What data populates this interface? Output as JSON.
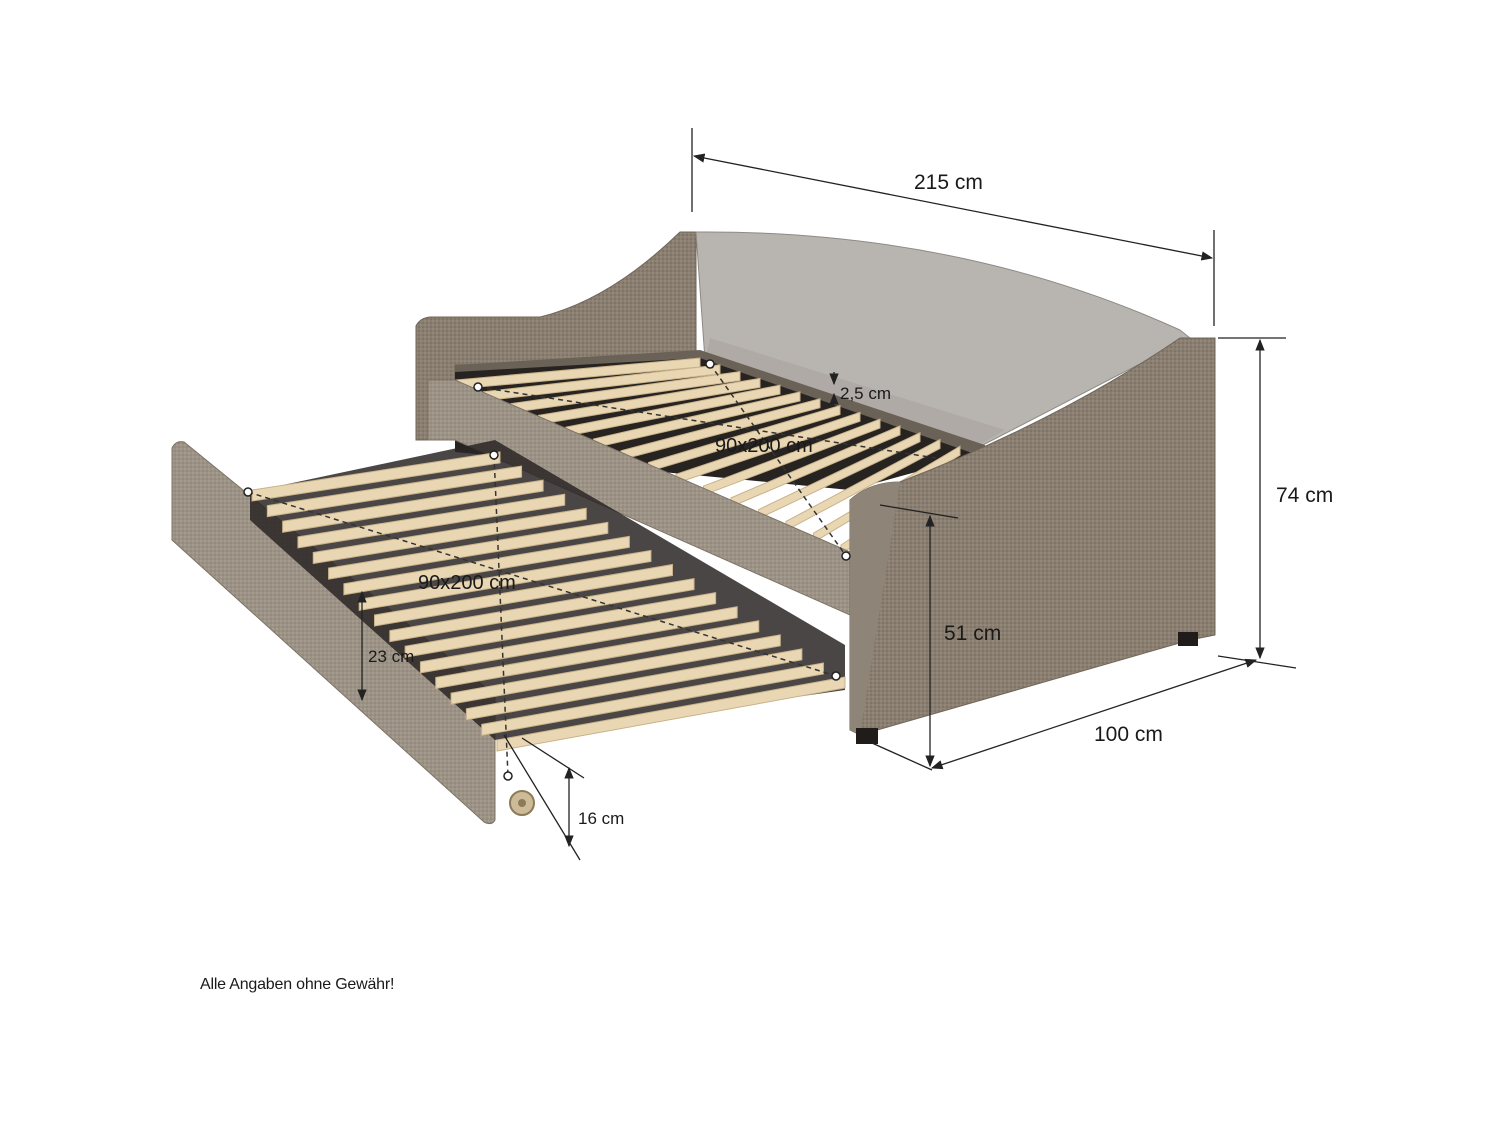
{
  "colors": {
    "fabric_dark": "#847868",
    "fabric_mid": "#958a7c",
    "fabric_light": "#a39a8e",
    "tufted_back": "#b9b5b2",
    "slat_wood": "#e9d7b4",
    "slat_edge": "#c9b28a",
    "dimension_line": "#222222"
  },
  "dimensions": {
    "length": "215 cm",
    "height": "74 cm",
    "depth": "100 cm",
    "seat_height": "51 cm",
    "trundle_height": "23 cm",
    "trundle_clearance": "16 cm",
    "slat_thickness": "2,5 cm",
    "main_mattress": "90x200 cm",
    "trundle_mattress": "90x200 cm"
  },
  "footer": {
    "disclaimer": "Alle Angaben ohne Gewähr!"
  }
}
